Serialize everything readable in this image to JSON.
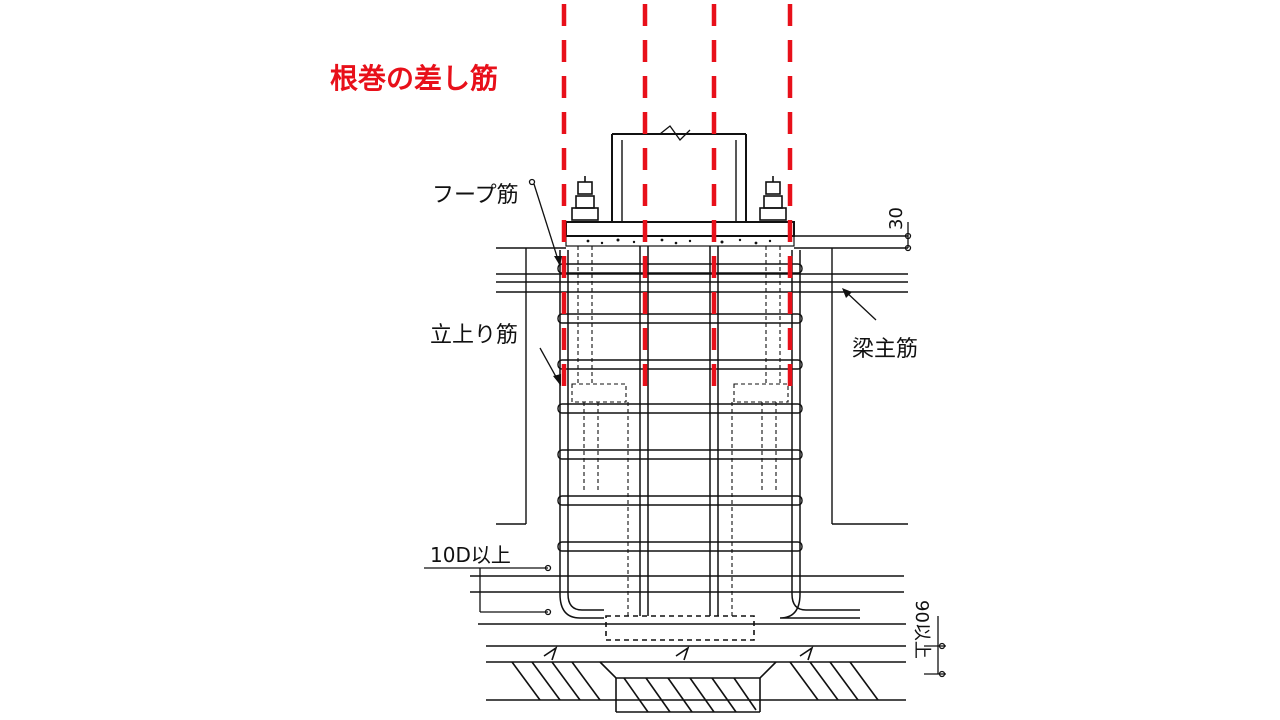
{
  "title": "根巻の差し筋",
  "labels": {
    "hoop": "フープ筋",
    "rising": "立上り筋",
    "beam_main": "梁主筋",
    "ten_d": "10D以上",
    "dim_30": "30",
    "dim_90": "90以上"
  },
  "colors": {
    "accent_red": "#e8101a",
    "line": "#111111"
  }
}
